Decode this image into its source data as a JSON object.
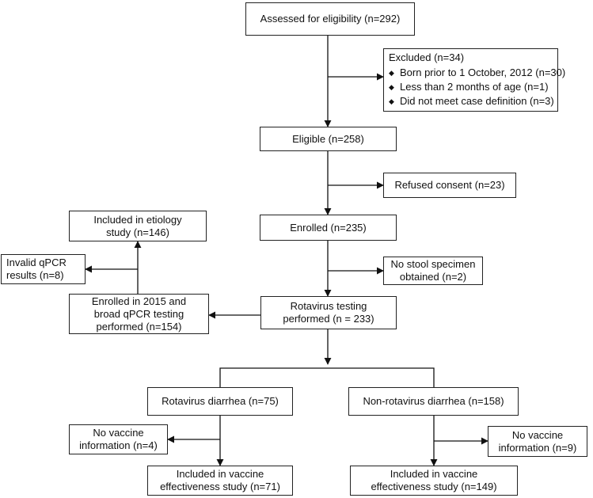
{
  "nodes": {
    "assessed": [
      "Assessed for eligibility (n=292)"
    ],
    "excluded": {
      "title": "Excluded (n=34)",
      "items": [
        {
          "icon": "diamond-bullet",
          "text": "Born prior to 1 October, 2012 (n=30)"
        },
        {
          "icon": "diamond-bullet",
          "text": "Less than 2 months of age (n=1)"
        },
        {
          "icon": "diamond-bullet",
          "text": "Did not meet case definition (n=3)"
        }
      ]
    },
    "eligible": [
      "Eligible (n=258)"
    ],
    "refused": [
      "Refused consent (n=23)"
    ],
    "enrolled": [
      "Enrolled (n=235)"
    ],
    "etiology": [
      "Included in etiology",
      "study (n=146)"
    ],
    "invalid": [
      "Invalid qPCR",
      "results (n=8)"
    ],
    "no_stool": [
      "No stool specimen",
      "obtained (n=2)"
    ],
    "enrolled2015": [
      "Enrolled in 2015 and",
      "broad qPCR testing",
      "performed (n=154)"
    ],
    "rota_testing": [
      "Rotavirus testing",
      "performed (n = 233)"
    ],
    "rota_diarrhea": [
      "Rotavirus diarrhea (n=75)"
    ],
    "nonrota_diarrhea": [
      "Non-rotavirus diarrhea (n=158)"
    ],
    "novac_left": [
      "No vaccine",
      "information (n=4)"
    ],
    "novac_right": [
      "No vaccine",
      "information (n=9)"
    ],
    "ve_left": [
      "Included in vaccine",
      "effectiveness study (n=71)"
    ],
    "ve_right": [
      "Included in vaccine",
      "effectiveness study (n=149)"
    ]
  }
}
